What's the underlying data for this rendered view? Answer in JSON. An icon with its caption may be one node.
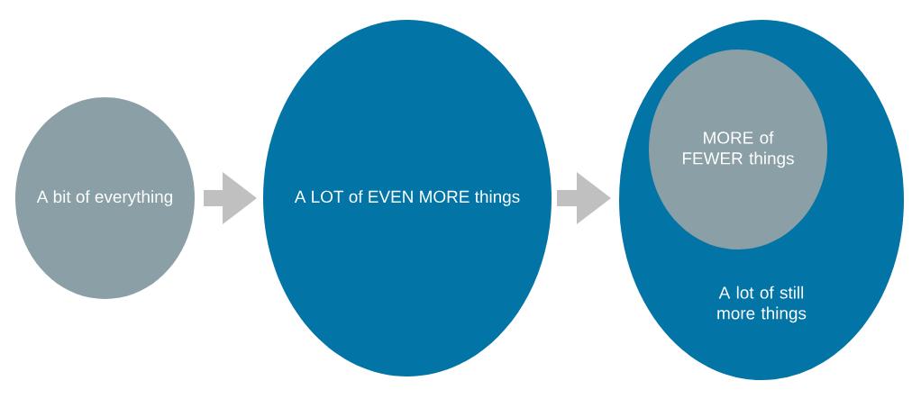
{
  "diagram": {
    "nodes": [
      {
        "text": [
          "A bit of everything"
        ]
      },
      {
        "text": [
          "A LOT of EVEN MORE things"
        ]
      },
      {
        "text": [
          "A lot of still more things"
        ]
      },
      {
        "text": [
          "MORE of FEWER things"
        ],
        "in": 2
      }
    ],
    "edges": [
      {
        "from": 0,
        "to": 1,
        "arrow": "to"
      },
      {
        "from": 1,
        "to": 2,
        "arrow": "to"
      }
    ]
  }
}
